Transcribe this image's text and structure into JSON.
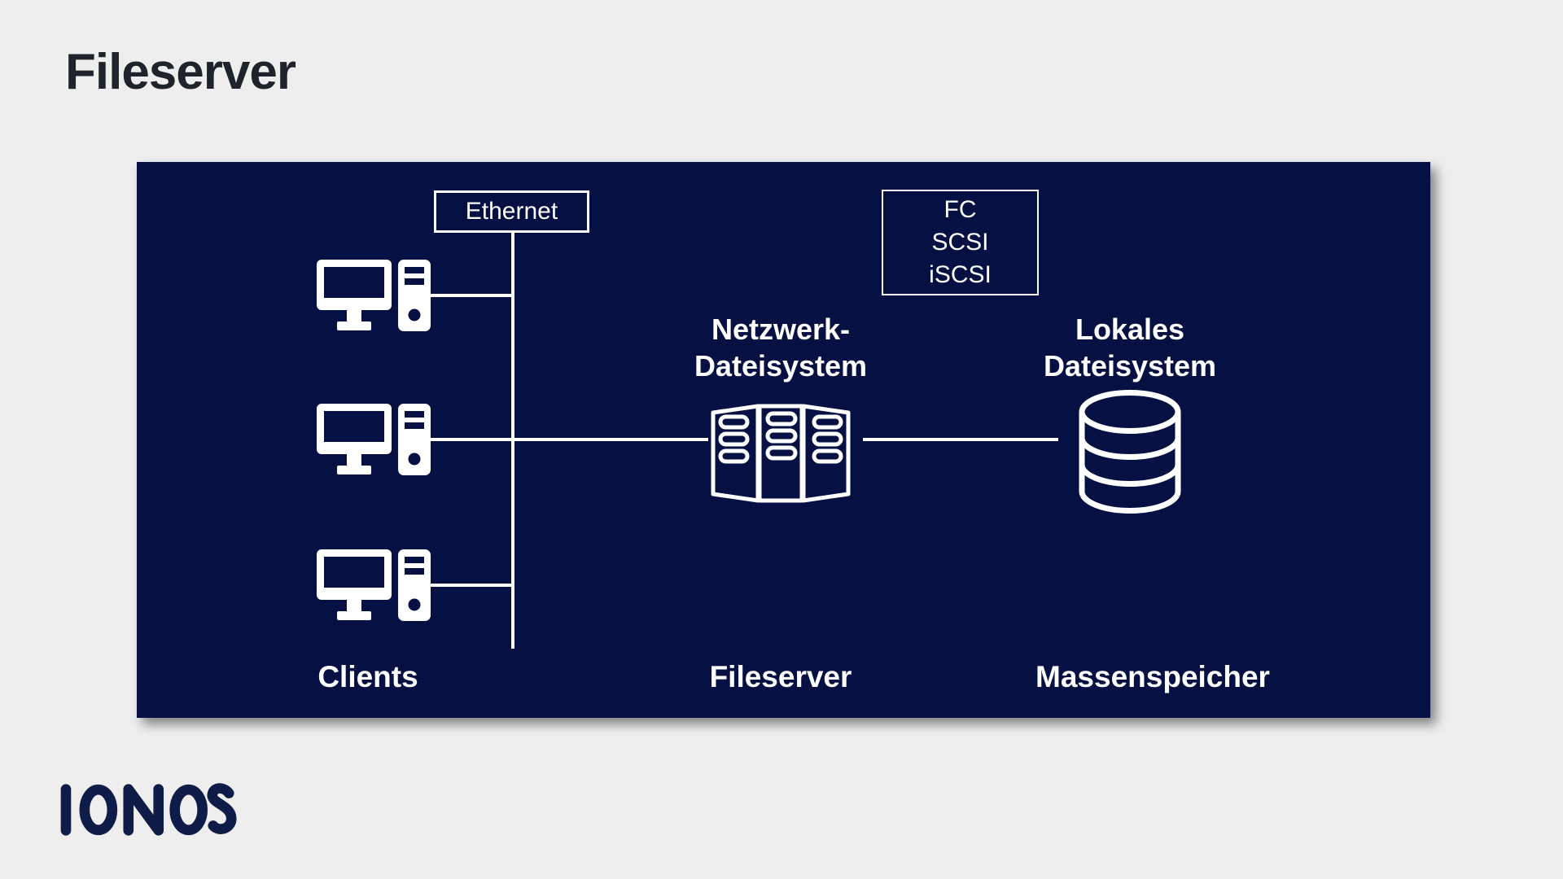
{
  "header": {
    "title": "Fileserver"
  },
  "diagram": {
    "ethernet_label": "Ethernet",
    "protocols": {
      "line1": "FC",
      "line2": "SCSI",
      "line3": "iSCSI"
    },
    "network_fs": {
      "line1": "Netzwerk-",
      "line2": "Dateisystem"
    },
    "local_fs": {
      "line1": "Lokales",
      "line2": "Dateisystem"
    },
    "captions": {
      "clients": "Clients",
      "fileserver": "Fileserver",
      "storage": "Massenspeicher"
    },
    "icons": {
      "client": "desktop-computer-icon",
      "fileserver": "server-rack-icon",
      "storage": "database-cylinders-icon"
    }
  },
  "footer": {
    "logo_text": "IONOS"
  },
  "colors": {
    "page_background": "#eeeeee",
    "panel_background": "#061043",
    "title_text": "#1f242c",
    "diagram_foreground": "#ffffff",
    "logo_navy": "#101c48"
  }
}
